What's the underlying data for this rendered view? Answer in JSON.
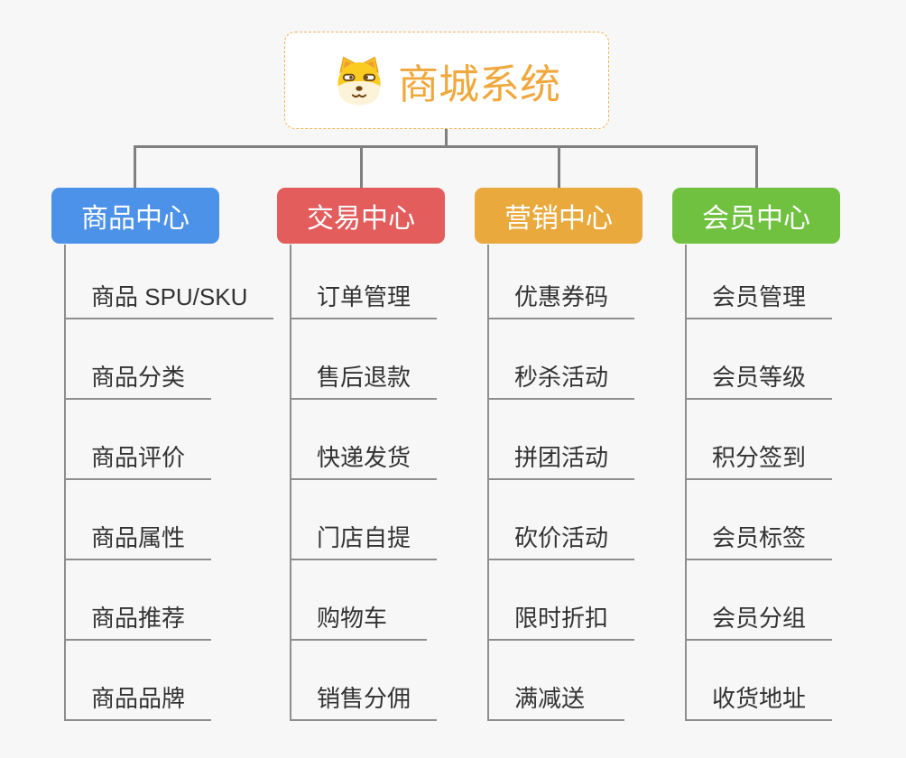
{
  "page": {
    "background_color": "#f7f7f7",
    "connector_color": "#808080"
  },
  "root": {
    "title": "商城系统",
    "icon": "dog-face-icon",
    "title_color": "#f0a83c",
    "border_color": "#f3b255"
  },
  "branches": [
    {
      "label": "商品中心",
      "color": "#4c92e8",
      "children": [
        "商品 SPU/SKU",
        "商品分类",
        "商品评价",
        "商品属性",
        "商品推荐",
        "商品品牌"
      ]
    },
    {
      "label": "交易中心",
      "color": "#e35d5d",
      "children": [
        "订单管理",
        "售后退款",
        "快递发货",
        "门店自提",
        "购物车",
        "销售分佣"
      ]
    },
    {
      "label": "营销中心",
      "color": "#e9a93d",
      "children": [
        "优惠券码",
        "秒杀活动",
        "拼团活动",
        "砍价活动",
        "限时折扣",
        "满减送"
      ]
    },
    {
      "label": "会员中心",
      "color": "#6fc13f",
      "children": [
        "会员管理",
        "会员等级",
        "积分签到",
        "会员标签",
        "会员分组",
        "收货地址"
      ]
    }
  ]
}
